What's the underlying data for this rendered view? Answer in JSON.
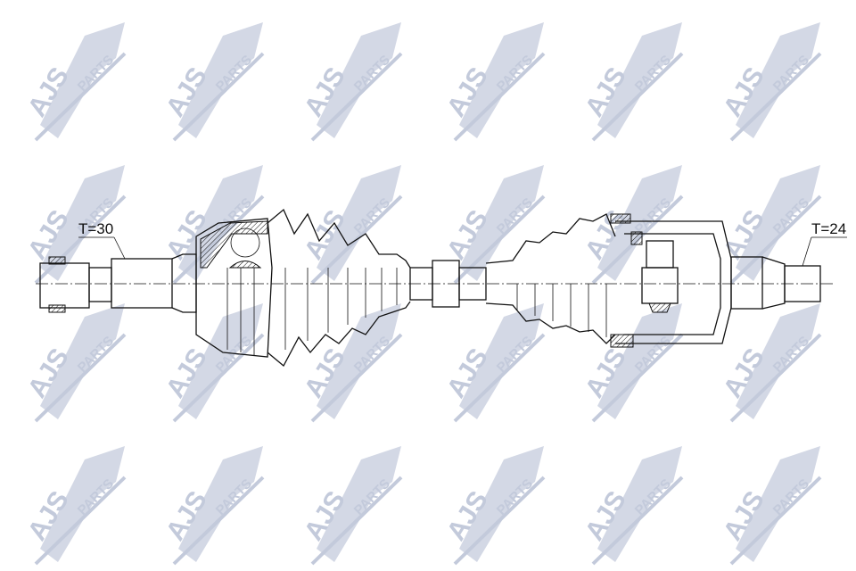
{
  "watermark": {
    "brand_main": "AJS",
    "brand_sub": "PARTS",
    "color": "#c3cadb"
  },
  "labels": {
    "left_teeth": "T=30",
    "right_teeth": "T=24"
  },
  "colors": {
    "line": "#111111",
    "background": "#ffffff"
  }
}
